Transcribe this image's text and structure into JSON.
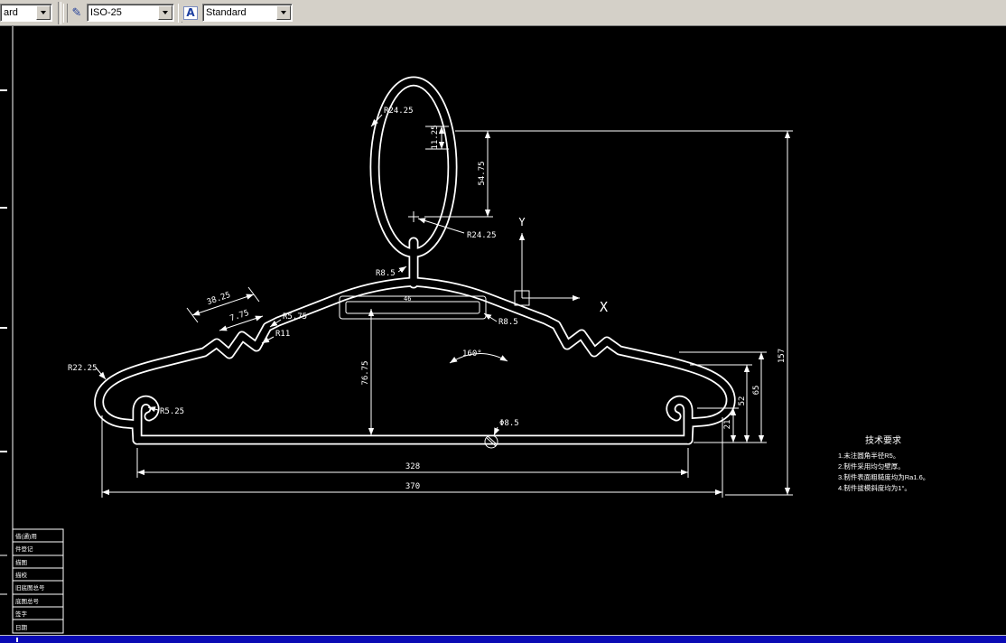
{
  "toolbar": {
    "cropped_combo": {
      "value": "ard"
    },
    "dim_style_combo": {
      "value": "ISO-25"
    },
    "text_style_combo": {
      "value": "Standard"
    }
  },
  "drawing": {
    "dims": {
      "r24_top": "R24.25",
      "d11_25": "11.25",
      "d54_75": "54.75",
      "r24_center": "R24.25",
      "r8_5_neck": "R8.5",
      "d46": "46",
      "d38_25": "38.25",
      "d7_75": "7.75",
      "r5_75": "R5.75",
      "r11": "R11",
      "r22_25": "R22.25",
      "r5_25": "R5.25",
      "d76_75": "76.75",
      "a160": "160°",
      "r8_5_center": "R8.5",
      "phi8_5": "Φ8.5",
      "d328": "328",
      "d370": "370",
      "d157": "157",
      "d65": "65",
      "d52": "52",
      "d21": "21"
    },
    "axes": {
      "x": "X",
      "y": "Y"
    },
    "tech": {
      "title": "技术要求",
      "items": [
        "1.未注圆角半径R5。",
        "2.制件采用均匀壁厚。",
        "3.制件表面粗糙度均为Ra1.6。",
        "4.制件拔模斜度均为1°。"
      ]
    },
    "title_block": {
      "rows": [
        "借(通)用",
        "件登记",
        "描图",
        "描校",
        "旧底图总号",
        "底图总号",
        "签字",
        "日期"
      ]
    }
  }
}
